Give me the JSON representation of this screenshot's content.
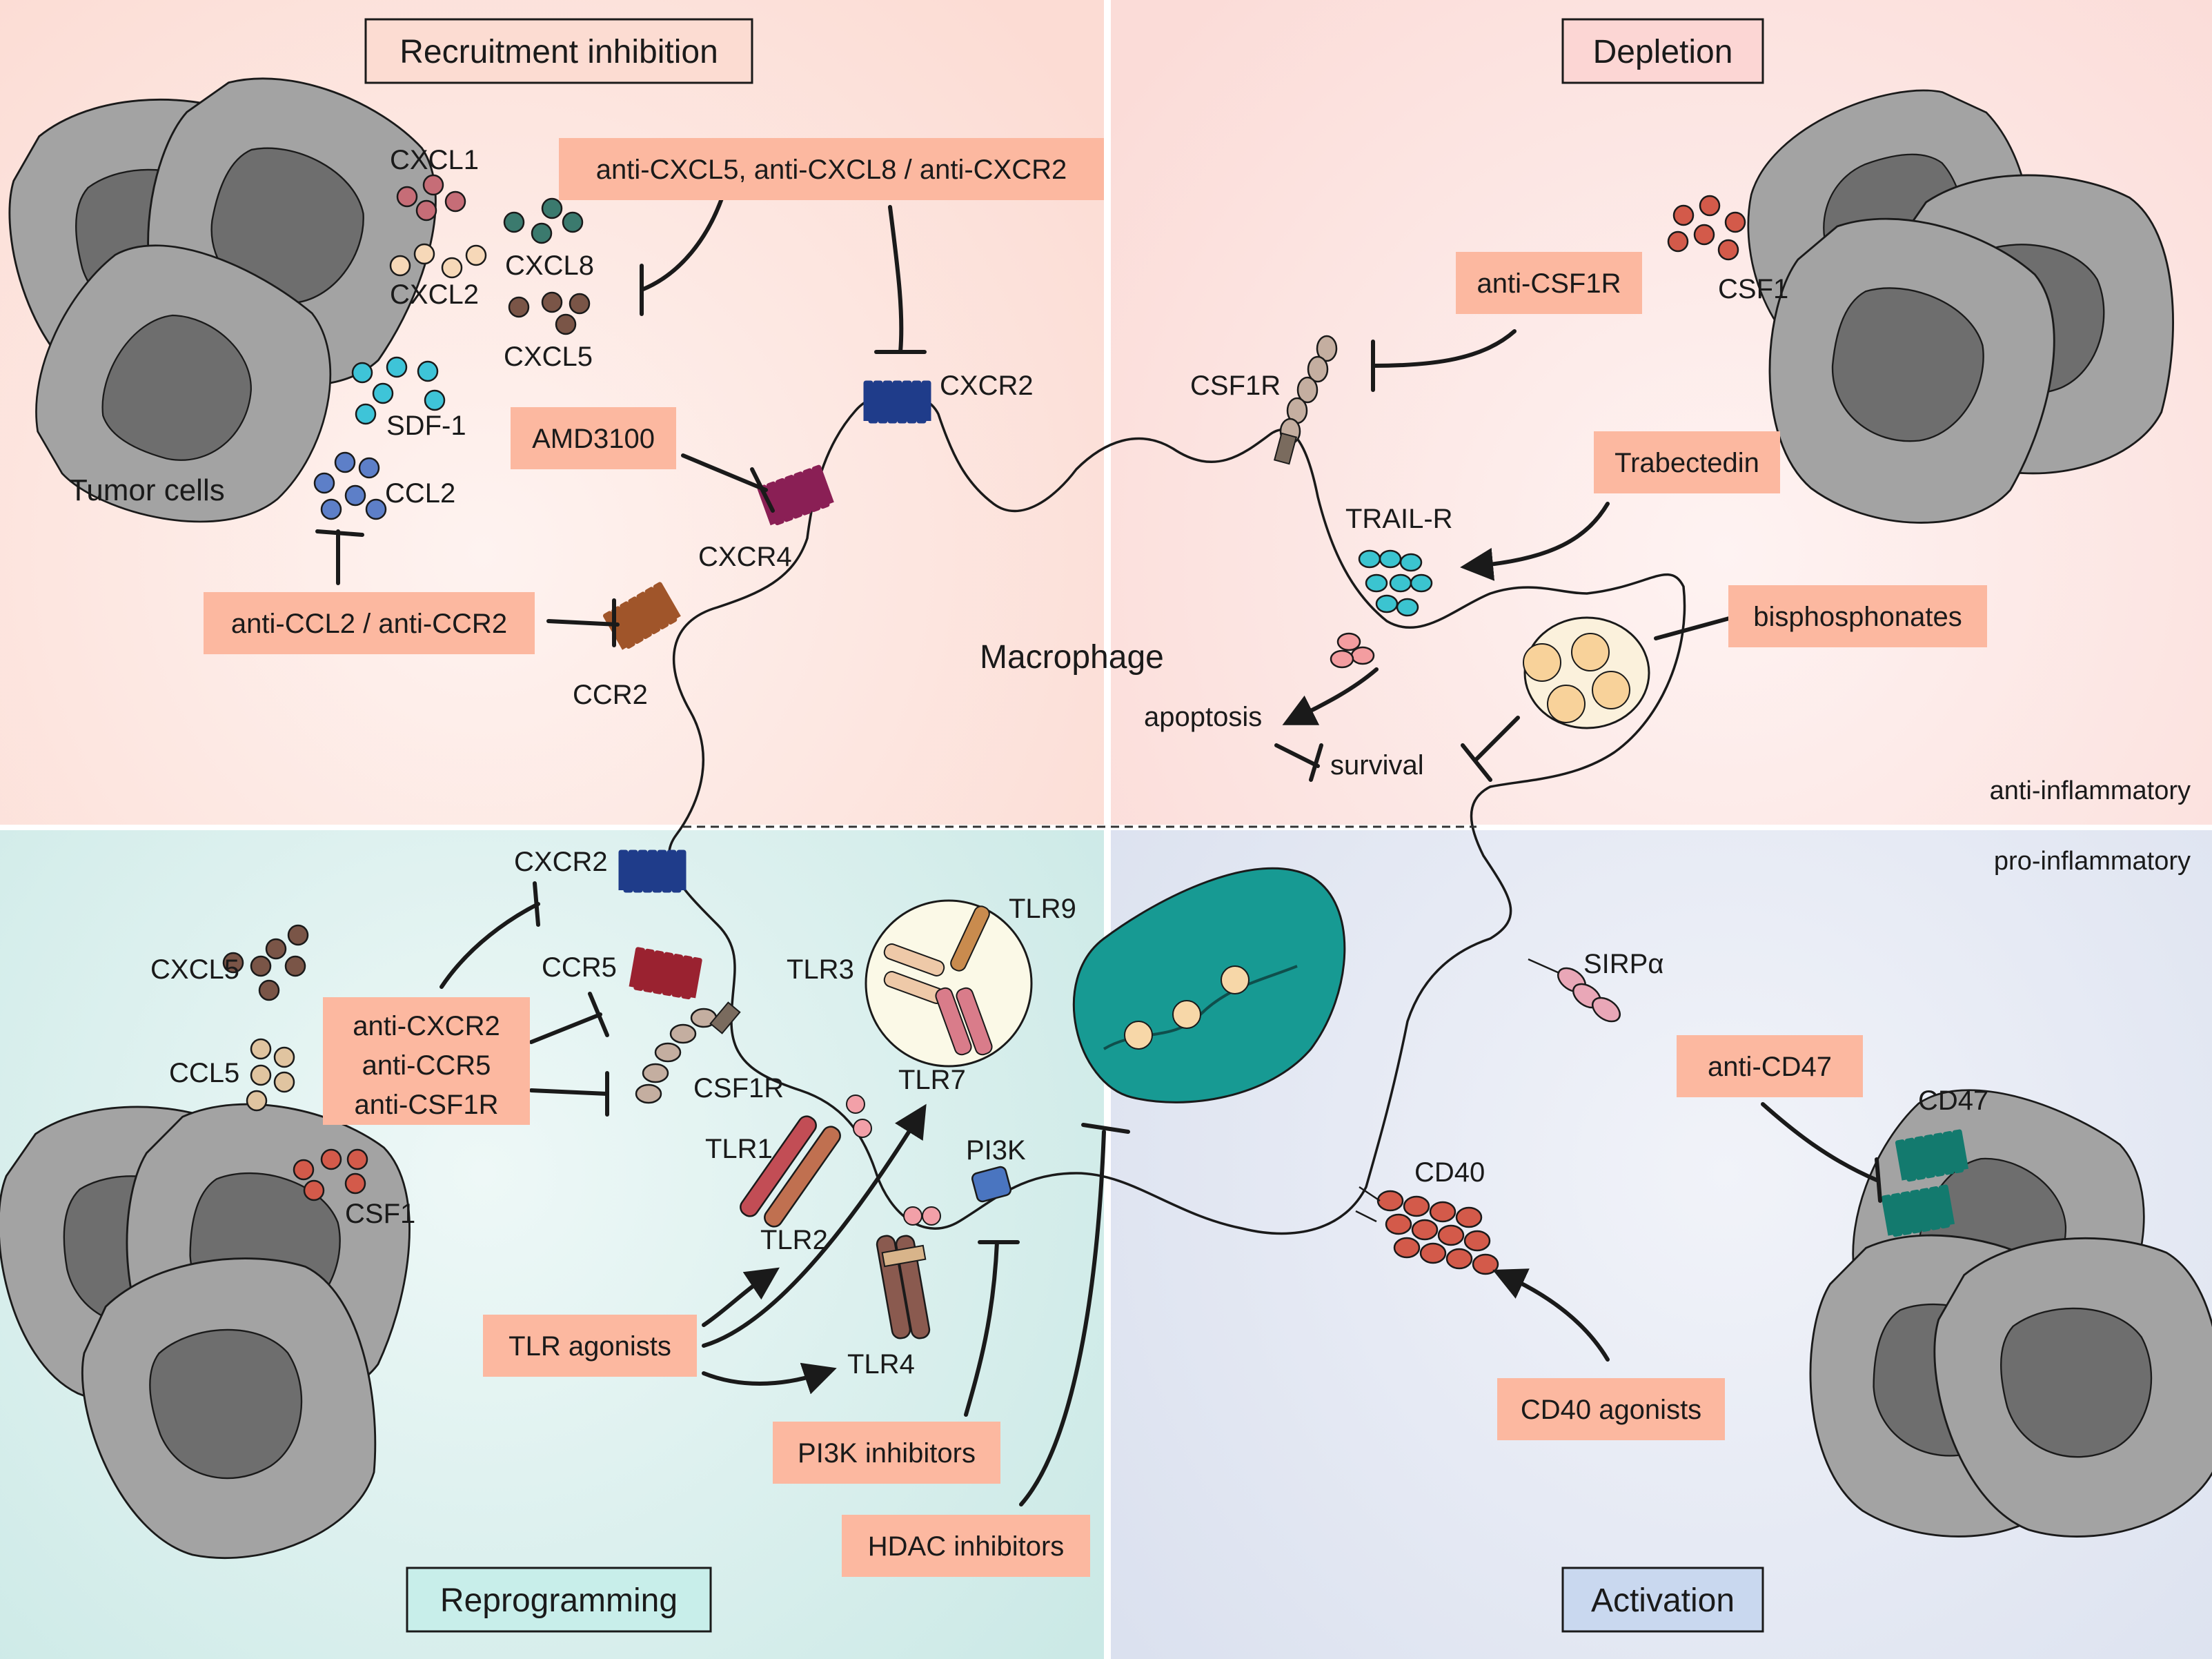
{
  "quadrants": {
    "top_left": "Recruitment inhibition",
    "top_right": "Depletion",
    "bottom_left": "Reprogramming",
    "bottom_right": "Activation"
  },
  "states": {
    "anti": "anti-inflammatory",
    "pro": "pro-inflammatory"
  },
  "cells": {
    "macrophage": "Macrophage",
    "tumor": "Tumor cells"
  },
  "drugs": {
    "anti_cxcl": "anti-CXCL5, anti-CXCL8 / anti-CXCR2",
    "amd3100": "AMD3100",
    "anti_ccl2": "anti-CCL2 / anti-CCR2",
    "anti_csf1r": "anti-CSF1R",
    "trabectedin": "Trabectedin",
    "bisphosphonates": "bisphosphonates",
    "combo_1": "anti-CXCR2",
    "combo_2": "anti-CCR5",
    "combo_3": "anti-CSF1R",
    "tlr_agonists": "TLR agonists",
    "pi3k_inhibitors": "PI3K inhibitors",
    "hdac_inhibitors": "HDAC inhibitors",
    "anti_cd47": "anti-CD47",
    "cd40_agonists": "CD40 agonists"
  },
  "labels": {
    "cxcl1": "CXCL1",
    "cxcl2": "CXCL2",
    "cxcl8": "CXCL8",
    "cxcl5_top": "CXCL5",
    "sdf1": "SDF-1",
    "ccl2": "CCL2",
    "cxcr2_top": "CXCR2",
    "cxcr4": "CXCR4",
    "ccr2": "CCR2",
    "csf1r_top": "CSF1R",
    "csf1_top": "CSF1",
    "trail_r": "TRAIL-R",
    "apoptosis": "apoptosis",
    "survival": "survival",
    "cxcr2_bottom": "CXCR2",
    "ccr5": "CCR5",
    "csf1r_bottom": "CSF1R",
    "cxcl5_bottom": "CXCL5",
    "ccl5": "CCL5",
    "csf1_bottom": "CSF1",
    "tlr9": "TLR9",
    "tlr3": "TLR3",
    "tlr7": "TLR7",
    "tlr1": "TLR1",
    "tlr2": "TLR2",
    "tlr4": "TLR4",
    "pi3k": "PI3K",
    "sirpa": "SIRPα",
    "cd47": "CD47",
    "cd40": "CD40"
  },
  "colors": {
    "drug_box": "#fcb8a0",
    "bg_top_left": "#fde9e5",
    "bg_top_right": "#fde8e6",
    "bg_bottom_left": "#dcf0ee",
    "bg_bottom_right": "#e6eaf4",
    "macrophage_top": "#f06363",
    "macrophage_bottom": "#1a9f99",
    "tumor": "#9a9a9a"
  }
}
